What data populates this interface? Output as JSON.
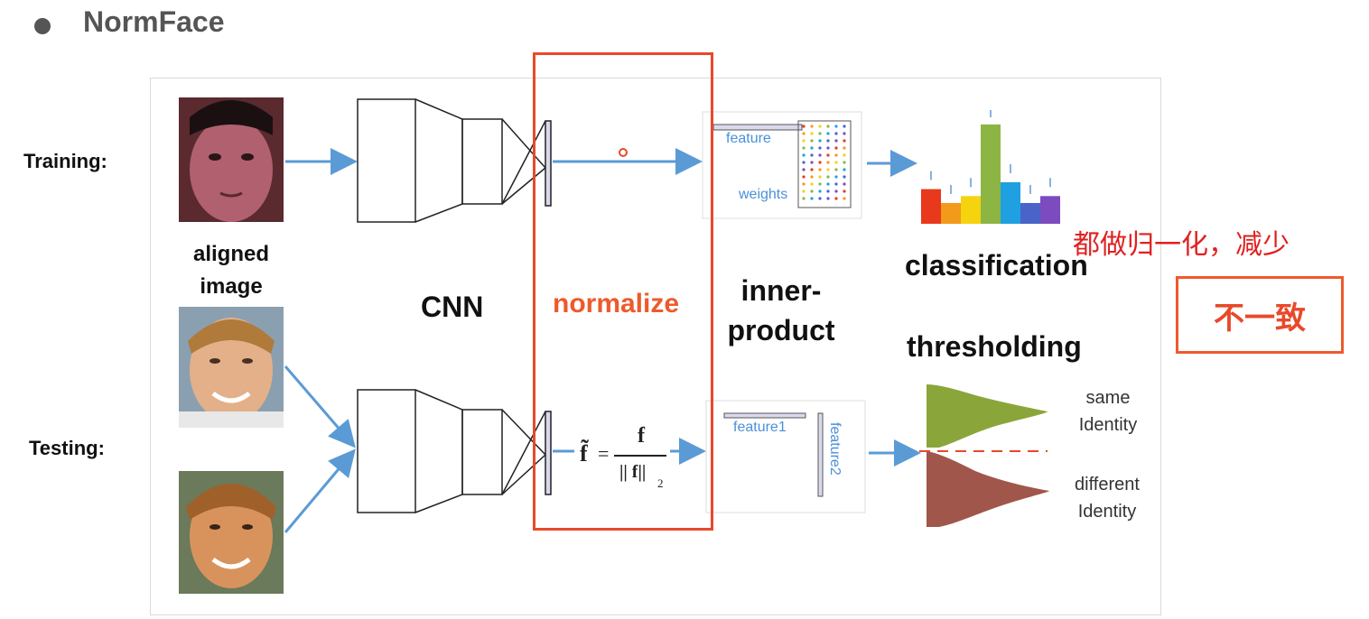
{
  "title": "NormFace",
  "row_labels": {
    "training": "Training:",
    "testing": "Testing:"
  },
  "labels": {
    "aligned_line1": "aligned",
    "aligned_line2": "image",
    "cnn": "CNN",
    "normalize": "normalize",
    "inner_line1": "inner-",
    "inner_line2": "product",
    "classification": "classification",
    "thresholding": "thresholding",
    "feature": "feature",
    "weights": "weights",
    "feature1": "feature1",
    "feature2": "feature2",
    "same_line1": "same",
    "same_line2": "Identity",
    "diff_line1": "different",
    "diff_line2": "Identity"
  },
  "formula": {
    "lhs": "f̃",
    "eq": "=",
    "num": "f",
    "den": "|| f||",
    "sub": "2"
  },
  "annotation": {
    "note": "都做归一化，减少",
    "boxed": "不一致"
  },
  "colors": {
    "arrow": "#5b9bd5",
    "highlight": "#e8492a",
    "bars": [
      "#e8391d",
      "#f29a1a",
      "#f5d30f",
      "#8cb544",
      "#1fa0e0",
      "#4a63c8",
      "#7b4bbf"
    ],
    "same_dist": "#8aa63a",
    "diff_dist": "#a0564a"
  },
  "classification_bars": [
    0.3,
    0.18,
    0.24,
    0.86,
    0.36,
    0.18,
    0.24
  ]
}
